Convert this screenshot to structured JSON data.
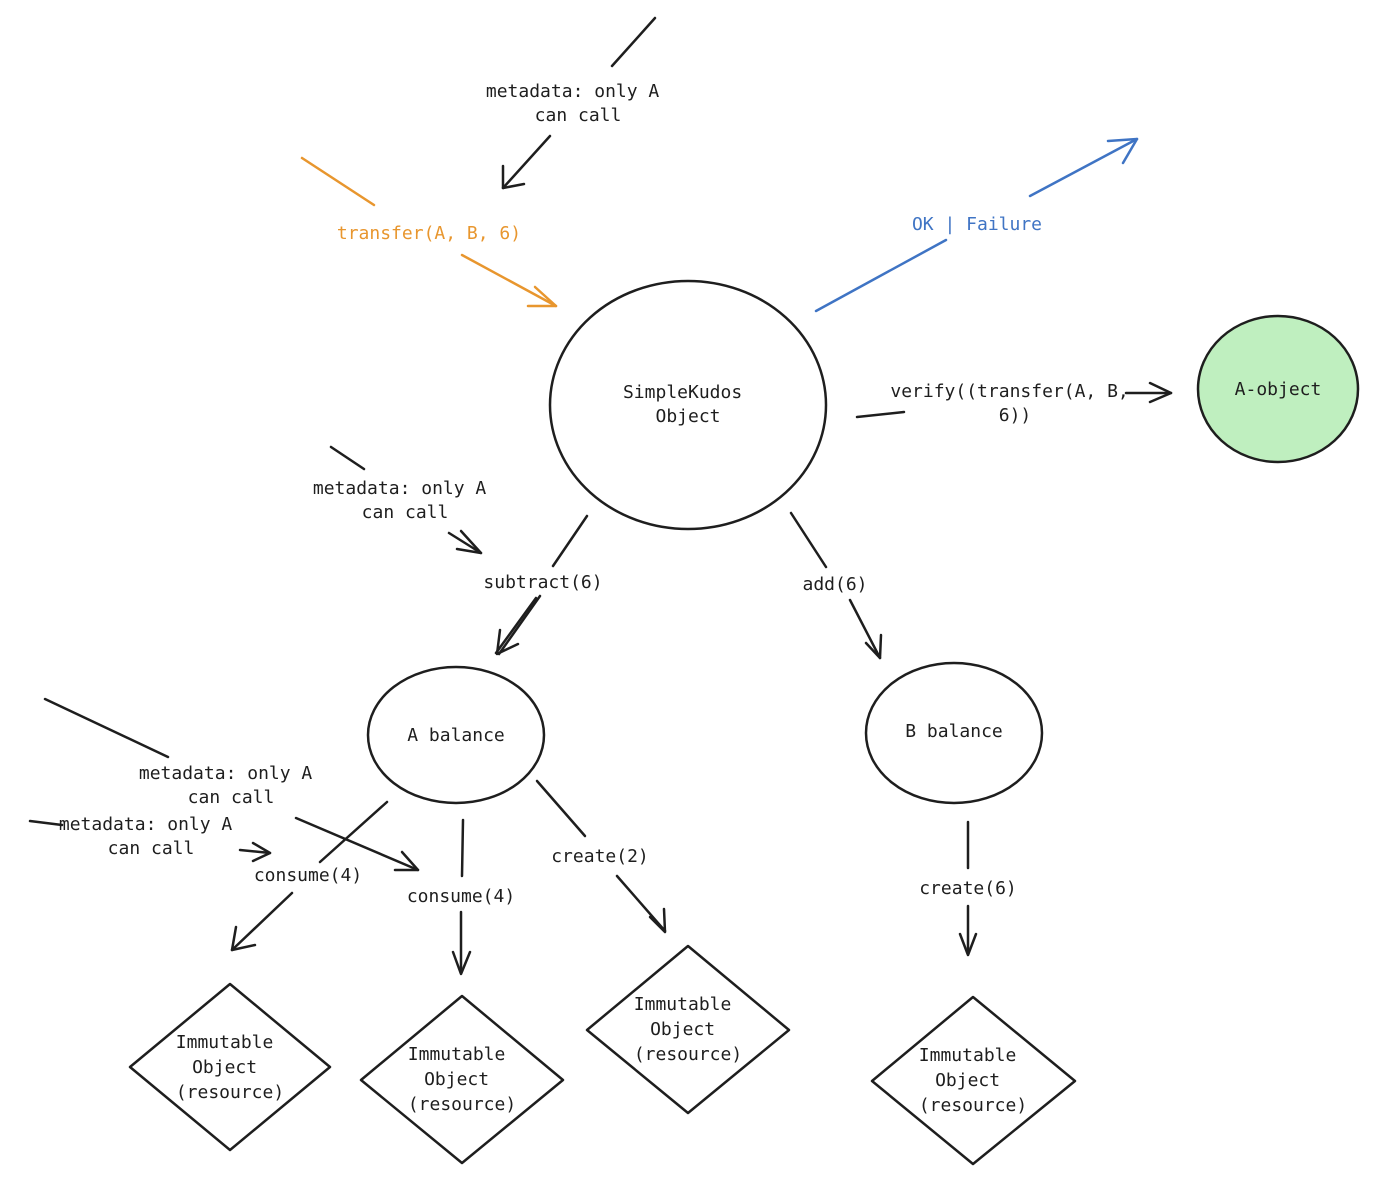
{
  "colors": {
    "ink": "#1e1e1e",
    "orange": "#e8962e",
    "blue": "#3f74c4",
    "green_fill": "#bfefbf"
  },
  "nodes": {
    "simplekudos": [
      "SimpleKudos",
      "Object"
    ],
    "a_object": [
      "A-object"
    ],
    "a_balance": [
      "A balance"
    ],
    "b_balance": [
      "B balance"
    ],
    "imm1": [
      "Immutable",
      "Object",
      "(resource)"
    ],
    "imm2": [
      "Immutable",
      "Object",
      "(resource)"
    ],
    "imm3": [
      "Immutable",
      "Object",
      "(resource)"
    ],
    "imm4": [
      "Immutable",
      "Object",
      "(resource)"
    ]
  },
  "edges": {
    "top_meta": [
      "metadata: only A",
      "can call"
    ],
    "transfer": [
      "transfer(A, B, 6)"
    ],
    "ok_failure": [
      "OK | Failure"
    ],
    "verify": [
      "verify((transfer(A, B,",
      "6))"
    ],
    "mid_meta": [
      "metadata: only A",
      "can call"
    ],
    "subtract": [
      "subtract(6)"
    ],
    "add": [
      "add(6)"
    ],
    "low_meta1": [
      "metadata: only A",
      "can call"
    ],
    "low_meta2": [
      "metadata: only A",
      "can call"
    ],
    "consume_left": [
      "consume(4)"
    ],
    "consume_mid": [
      "consume(4)"
    ],
    "create_a": [
      "create(2)"
    ],
    "create_b": [
      "create(6)"
    ]
  }
}
